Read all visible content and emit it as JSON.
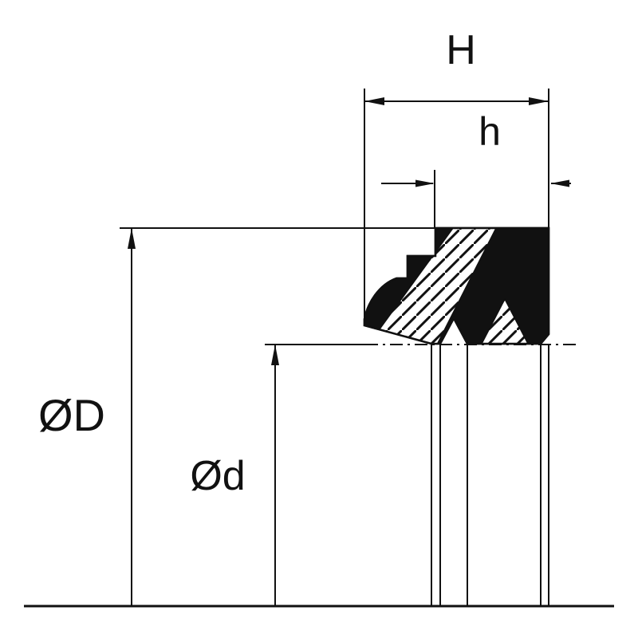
{
  "diagram": {
    "kind": "seal-cross-section-technical-drawing",
    "labels": {
      "H": "H",
      "h": "h",
      "OD": "ØD",
      "Od": "Ød"
    },
    "colors": {
      "ink": "#111111",
      "paper": "#ffffff"
    }
  }
}
